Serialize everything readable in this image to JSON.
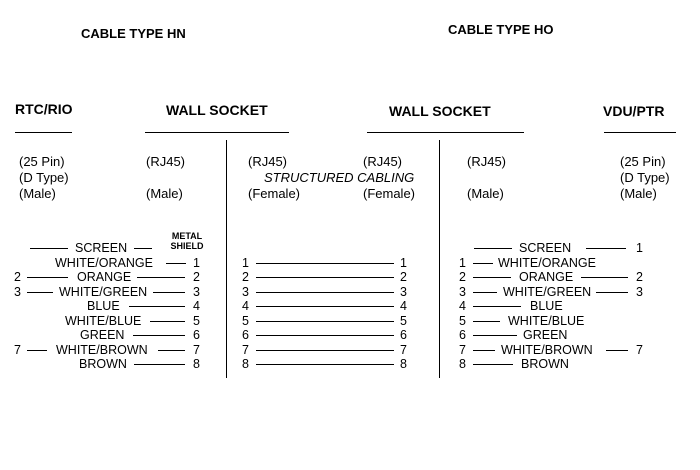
{
  "titles": {
    "hn": "CABLE TYPE HN",
    "ho": "CABLE TYPE HO"
  },
  "headers": {
    "rtc_rio": "RTC/RIO",
    "wall_socket_1": "WALL SOCKET",
    "wall_socket_2": "WALL SOCKET",
    "vdu_ptr": "VDU/PTR"
  },
  "specs": {
    "rtc": [
      "(25 Pin)",
      "(D Type)",
      "(Male)"
    ],
    "ws1": [
      "(RJ45)",
      "(Male)"
    ],
    "struct_left": [
      "(RJ45)",
      "(Female)"
    ],
    "struct_right": [
      "(RJ45)",
      "(Female)"
    ],
    "structured_cabling": "STRUCTURED CABLING",
    "ws2": [
      "(RJ45)",
      "(Male)"
    ],
    "vdu": [
      "(25 Pin)",
      "(D Type)",
      "(Male)"
    ]
  },
  "metal_shield": [
    "METAL",
    "SHIELD"
  ],
  "hn_rows": [
    {
      "left": "",
      "label": "SCREEN",
      "right": ""
    },
    {
      "left": "",
      "label": "WHITE/ORANGE",
      "right": "1"
    },
    {
      "left": "2",
      "label": "ORANGE",
      "right": "2"
    },
    {
      "left": "3",
      "label": "WHITE/GREEN",
      "right": "3"
    },
    {
      "left": "",
      "label": "BLUE",
      "right": "4"
    },
    {
      "left": "",
      "label": "WHITE/BLUE",
      "right": "5"
    },
    {
      "left": "",
      "label": "GREEN",
      "right": "6"
    },
    {
      "left": "7",
      "label": "WHITE/BROWN",
      "right": "7"
    },
    {
      "left": "",
      "label": "BROWN",
      "right": "8"
    }
  ],
  "structured_rows": [
    {
      "left": "1",
      "right": "1"
    },
    {
      "left": "2",
      "right": "2"
    },
    {
      "left": "3",
      "right": "3"
    },
    {
      "left": "4",
      "right": "4"
    },
    {
      "left": "5",
      "right": "5"
    },
    {
      "left": "6",
      "right": "6"
    },
    {
      "left": "7",
      "right": "7"
    },
    {
      "left": "8",
      "right": "8"
    }
  ],
  "ho_rows": [
    {
      "left": "",
      "label": "SCREEN",
      "right": "1"
    },
    {
      "left": "1",
      "label": "WHITE/ORANGE",
      "right": ""
    },
    {
      "left": "2",
      "label": "ORANGE",
      "right": "2"
    },
    {
      "left": "3",
      "label": "WHITE/GREEN",
      "right": "3"
    },
    {
      "left": "4",
      "label": "BLUE",
      "right": ""
    },
    {
      "left": "5",
      "label": "WHITE/BLUE",
      "right": ""
    },
    {
      "left": "6",
      "label": "GREEN",
      "right": ""
    },
    {
      "left": "7",
      "label": "WHITE/BROWN",
      "right": "7"
    },
    {
      "left": "8",
      "label": "BROWN",
      "right": ""
    }
  ]
}
